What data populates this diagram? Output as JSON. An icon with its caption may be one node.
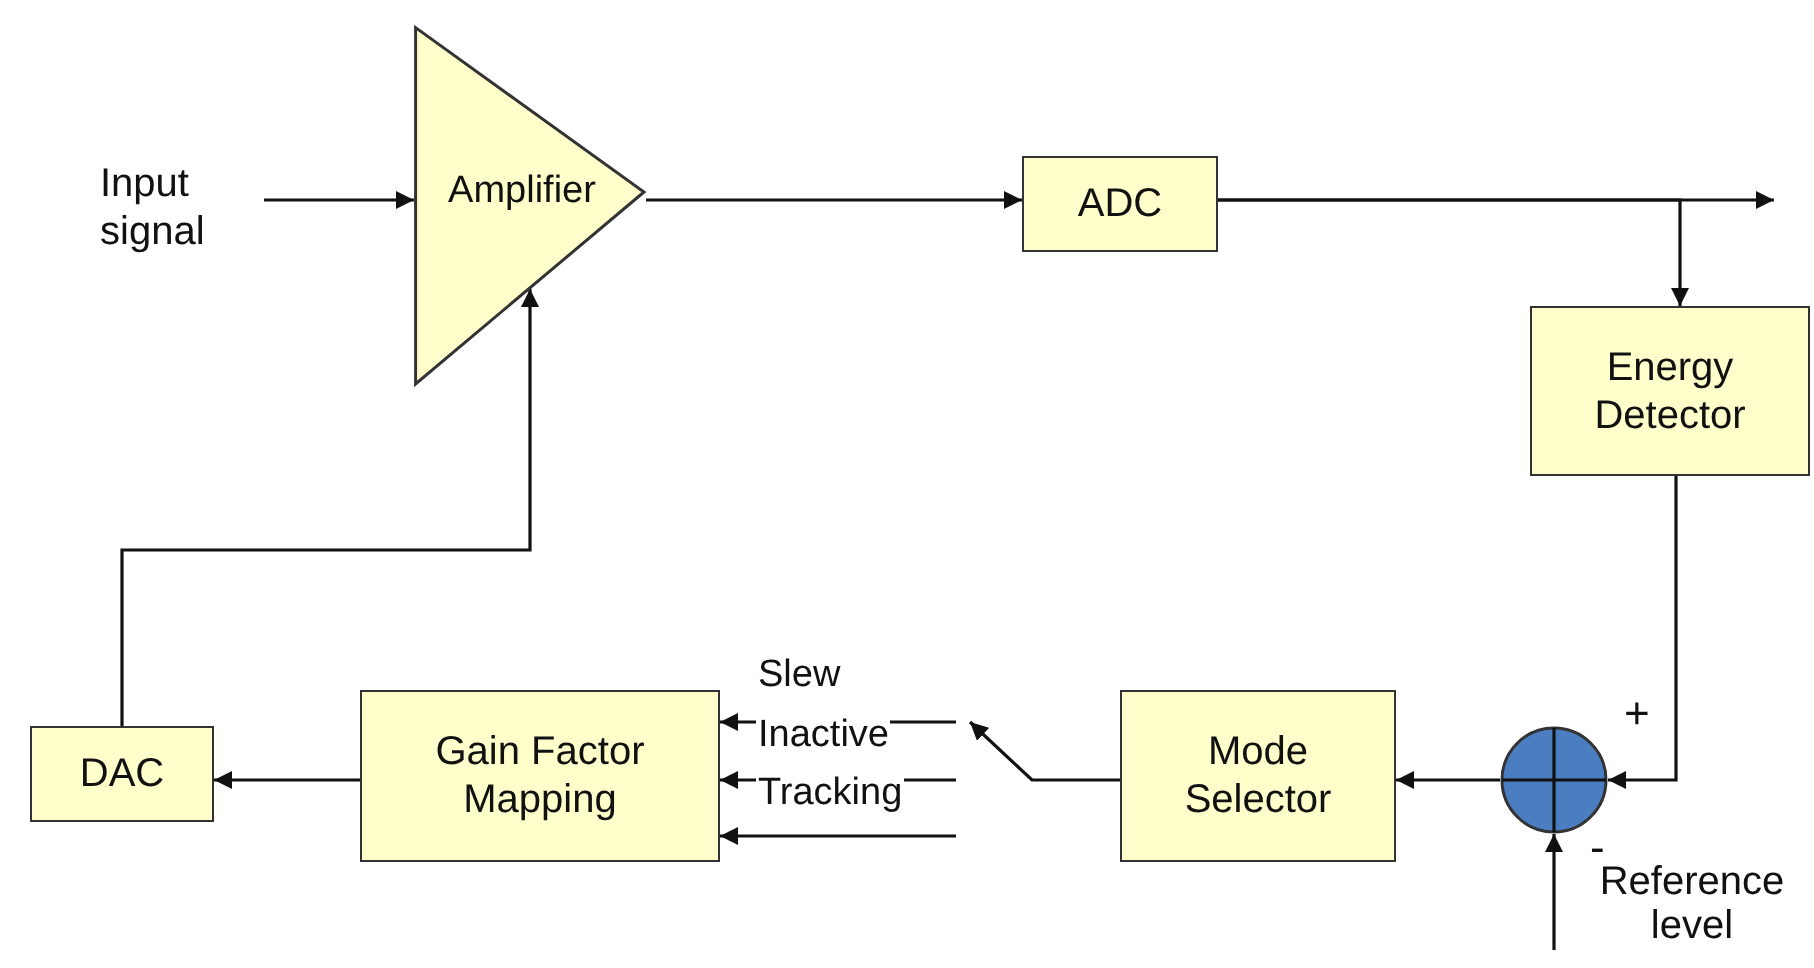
{
  "diagram": {
    "nodes": [
      {
        "text": [
          "Input signal"
        ]
      },
      {
        "text": [
          "Amplifier"
        ]
      },
      {
        "text": [
          "ADC"
        ]
      },
      {
        "text": [
          "Energy Detector"
        ]
      },
      {
        "text": [],
        "shape": "circle"
      },
      {
        "text": [
          "Mode Selector"
        ]
      },
      {
        "text": [
          "Gain Factor Mapping"
        ]
      },
      {
        "text": [
          "DAC"
        ]
      }
    ],
    "edges": [
      {
        "from": 0,
        "to": 1,
        "arrow": "to"
      },
      {
        "from": 1,
        "to": 2,
        "arrow": "to"
      },
      {
        "from": 2,
        "to": null,
        "arrow": "to"
      },
      {
        "from": 2,
        "to": 3,
        "arrow": "to"
      },
      {
        "from": 3,
        "to": 4,
        "arrow": "to"
      },
      {
        "from": null,
        "to": 4,
        "arrow": "to"
      },
      {
        "from": 4,
        "to": 5,
        "arrow": "to"
      },
      {
        "from": 5,
        "to": null,
        "arrow": "to"
      },
      {
        "from": null,
        "to": 6,
        "label": "Slew",
        "arrow": "to"
      },
      {
        "from": null,
        "to": 6,
        "label": "Inactive",
        "arrow": "to"
      },
      {
        "from": null,
        "to": 6,
        "label": "Tracking",
        "arrow": "to"
      },
      {
        "from": 6,
        "to": 7,
        "arrow": "to"
      },
      {
        "from": 7,
        "to": 1,
        "arrow": "to"
      }
    ],
    "labels": [
      "+",
      "-",
      "Reference level"
    ]
  }
}
